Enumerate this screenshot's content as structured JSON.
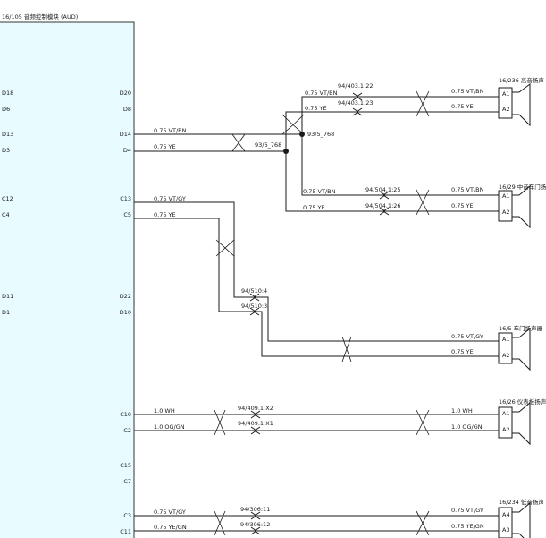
{
  "module": {
    "title": "16/105 音频控制模块 (AUD)",
    "left_pins": [
      "D18",
      "D6",
      "D13",
      "D3",
      "C12",
      "C4",
      "D11",
      "D1"
    ],
    "right_pins": [
      "D20",
      "D8",
      "D14",
      "D4",
      "C13",
      "C5",
      "D22",
      "D10",
      "C10",
      "C2",
      "C15",
      "C7",
      "C3",
      "C11"
    ]
  },
  "wires": {
    "d14": "0.75 VT/BN",
    "d4": "0.75 YE",
    "c13": "0.75 VT/GY",
    "c5": "0.75 YE",
    "c10": "1.0 WH",
    "c2": "1.0 OG/GN",
    "c3": "0.75 VT/GY",
    "c11": "0.75 YE/GN",
    "sp1_a1": "0.75 VT/BN",
    "sp1_a2": "0.75 YE",
    "sp2_a1": "0.75 VT/BN",
    "sp2_a2": "0.75 YE",
    "sp3_a1": "0.75 VT/GY",
    "sp3_a2": "0.75 YE",
    "sp4_a1": "1.0 WH",
    "sp4_a2": "1.0 OG/GN",
    "sp5_a4": "0.75 VT/GY",
    "sp5_a3": "0.75 YE/GN",
    "mid_top_vtbn": "0.75 VT/BN",
    "mid_top_ye": "0.75 YE",
    "mid_bot_vtbn": "0.75 VT/BN",
    "mid_bot_ye": "0.75 YE"
  },
  "connectors": {
    "c403_22": "94/403.1:22",
    "c403_23": "94/403.1:23",
    "c504_25": "94/504.1:25",
    "c504_26": "94/504.1:26",
    "c510_4": "94/510:4",
    "c510_3": "94/510:3",
    "c409_x2": "94/409.1:X2",
    "c409_x1": "94/409.1:X1",
    "c306_11": "94/306:11",
    "c306_12": "94/306:12"
  },
  "splices": {
    "s6": "93/6_768",
    "s5": "93/5_768"
  },
  "speakers": [
    {
      "title": "16/236 高音扬声",
      "pins": [
        "A1",
        "A2"
      ]
    },
    {
      "title": "16/29 中音车门扬",
      "pins": [
        "A1",
        "A2"
      ]
    },
    {
      "title": "16/5 车门扬声器",
      "pins": [
        "A1",
        "A2"
      ]
    },
    {
      "title": "16/26 仪表板扬声",
      "pins": [
        "A1",
        "A2"
      ]
    },
    {
      "title": "16/234 低音扬声",
      "pins": [
        "A4",
        "A3"
      ]
    }
  ]
}
